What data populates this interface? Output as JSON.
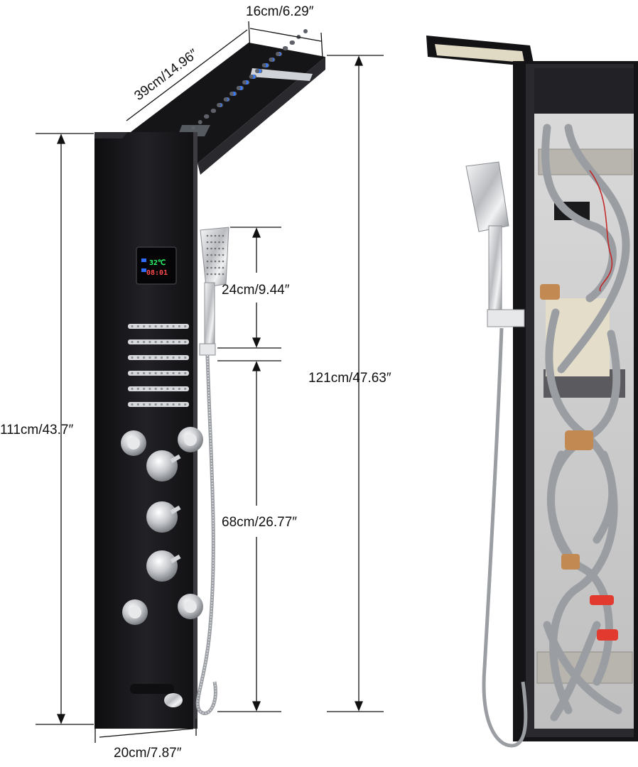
{
  "dimensions": {
    "head_depth": "16cm/6.29″",
    "head_length": "39cm/14.96″",
    "panel_height": "111cm/43.7″",
    "total_height": "121cm/47.63″",
    "handheld_height": "24cm/9.44″",
    "hose_section": "68cm/26.77″",
    "panel_width": "20cm/7.87″"
  },
  "display": {
    "temperature": "32℃",
    "time": "08:01"
  },
  "colors": {
    "panel": "#17171a",
    "chrome": "#d9dadc",
    "led": "#2f6bff",
    "display_green": "#2dff6a",
    "hose": "#9a9da2",
    "brass": "#c28a52",
    "valve_red": "#e23a2e"
  }
}
